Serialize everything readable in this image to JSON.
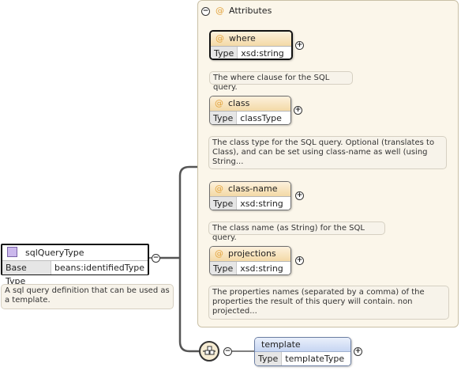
{
  "attributes_group": {
    "title": "Attributes",
    "at_symbol": "@",
    "collapse_symbol": "−",
    "items": [
      {
        "name": "where",
        "type_key": "Type",
        "type_value": "xsd:string",
        "doc": "The where clause for the SQL query."
      },
      {
        "name": "class",
        "type_key": "Type",
        "type_value": "classType",
        "doc": "The class type for the SQL query. Optional (translates to Class), and can be set using class-name as well (using String..."
      },
      {
        "name": "class-name",
        "type_key": "Type",
        "type_value": "xsd:string",
        "doc": "The class name (as String) for the SQL query."
      },
      {
        "name": "projections",
        "type_key": "Type",
        "type_value": "xsd:string",
        "doc": "The properties names (separated by a comma) of the properties the result of this query will contain. non projected..."
      }
    ]
  },
  "root_type": {
    "name": "sqlQueryType",
    "base_key": "Base Type",
    "base_value": "beans:identifiedType",
    "doc": "A sql query definition that can be used as a template."
  },
  "template_element": {
    "name": "template",
    "type_key": "Type",
    "type_value": "templateType"
  },
  "symbols": {
    "expand": "+",
    "collapse": "−"
  },
  "colors": {
    "attr_header": "#f3d9a6",
    "element_header": "#c7d6f2",
    "panel_bg": "#fbf6ea",
    "type_icon": "#cbb8ec"
  }
}
